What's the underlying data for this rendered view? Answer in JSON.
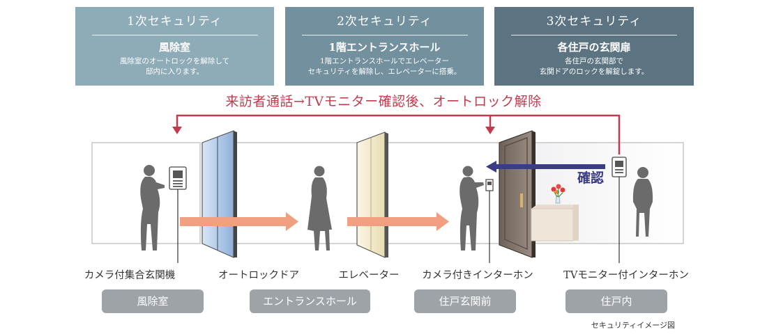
{
  "security_levels": [
    {
      "title": "1次セキュリティ",
      "subtitle": "風除室",
      "desc1": "風除室のオートロックを解除して",
      "desc2": "邸内に入ります。",
      "color": "#8eabb8"
    },
    {
      "title": "2次セキュリティ",
      "subtitle": "1階エントランスホール",
      "desc1": "1階エントランスホールでエレベーター",
      "desc2": "セキュリティを解除し、エレベーターに搭乗。",
      "color": "#72909e"
    },
    {
      "title": "3次セキュリティ",
      "subtitle": "各住戸の玄関扉",
      "desc1": "各住戸の玄関部で",
      "desc2": "玄関ドアのロックを解錠します。",
      "color": "#5c7481"
    }
  ],
  "banner": "来訪者通話→TVモニター確認後、オートロック解除",
  "confirm_label": "確認",
  "equipment_labels": [
    "カメラ付集合玄関機",
    "オートロックドア",
    "エレベーター",
    "カメラ付きインターホン",
    "TVモニター付インターホン"
  ],
  "areas": [
    "風除室",
    "エントランスホール",
    "住戸玄関前",
    "住戸内"
  ],
  "caption": "セキュリティイメージ図",
  "colors": {
    "banner_red": "#c23a4d",
    "arrow_orange": "#f0a080",
    "confirm_navy": "#3a3c86",
    "pill_gray": "#9ea3a8"
  }
}
